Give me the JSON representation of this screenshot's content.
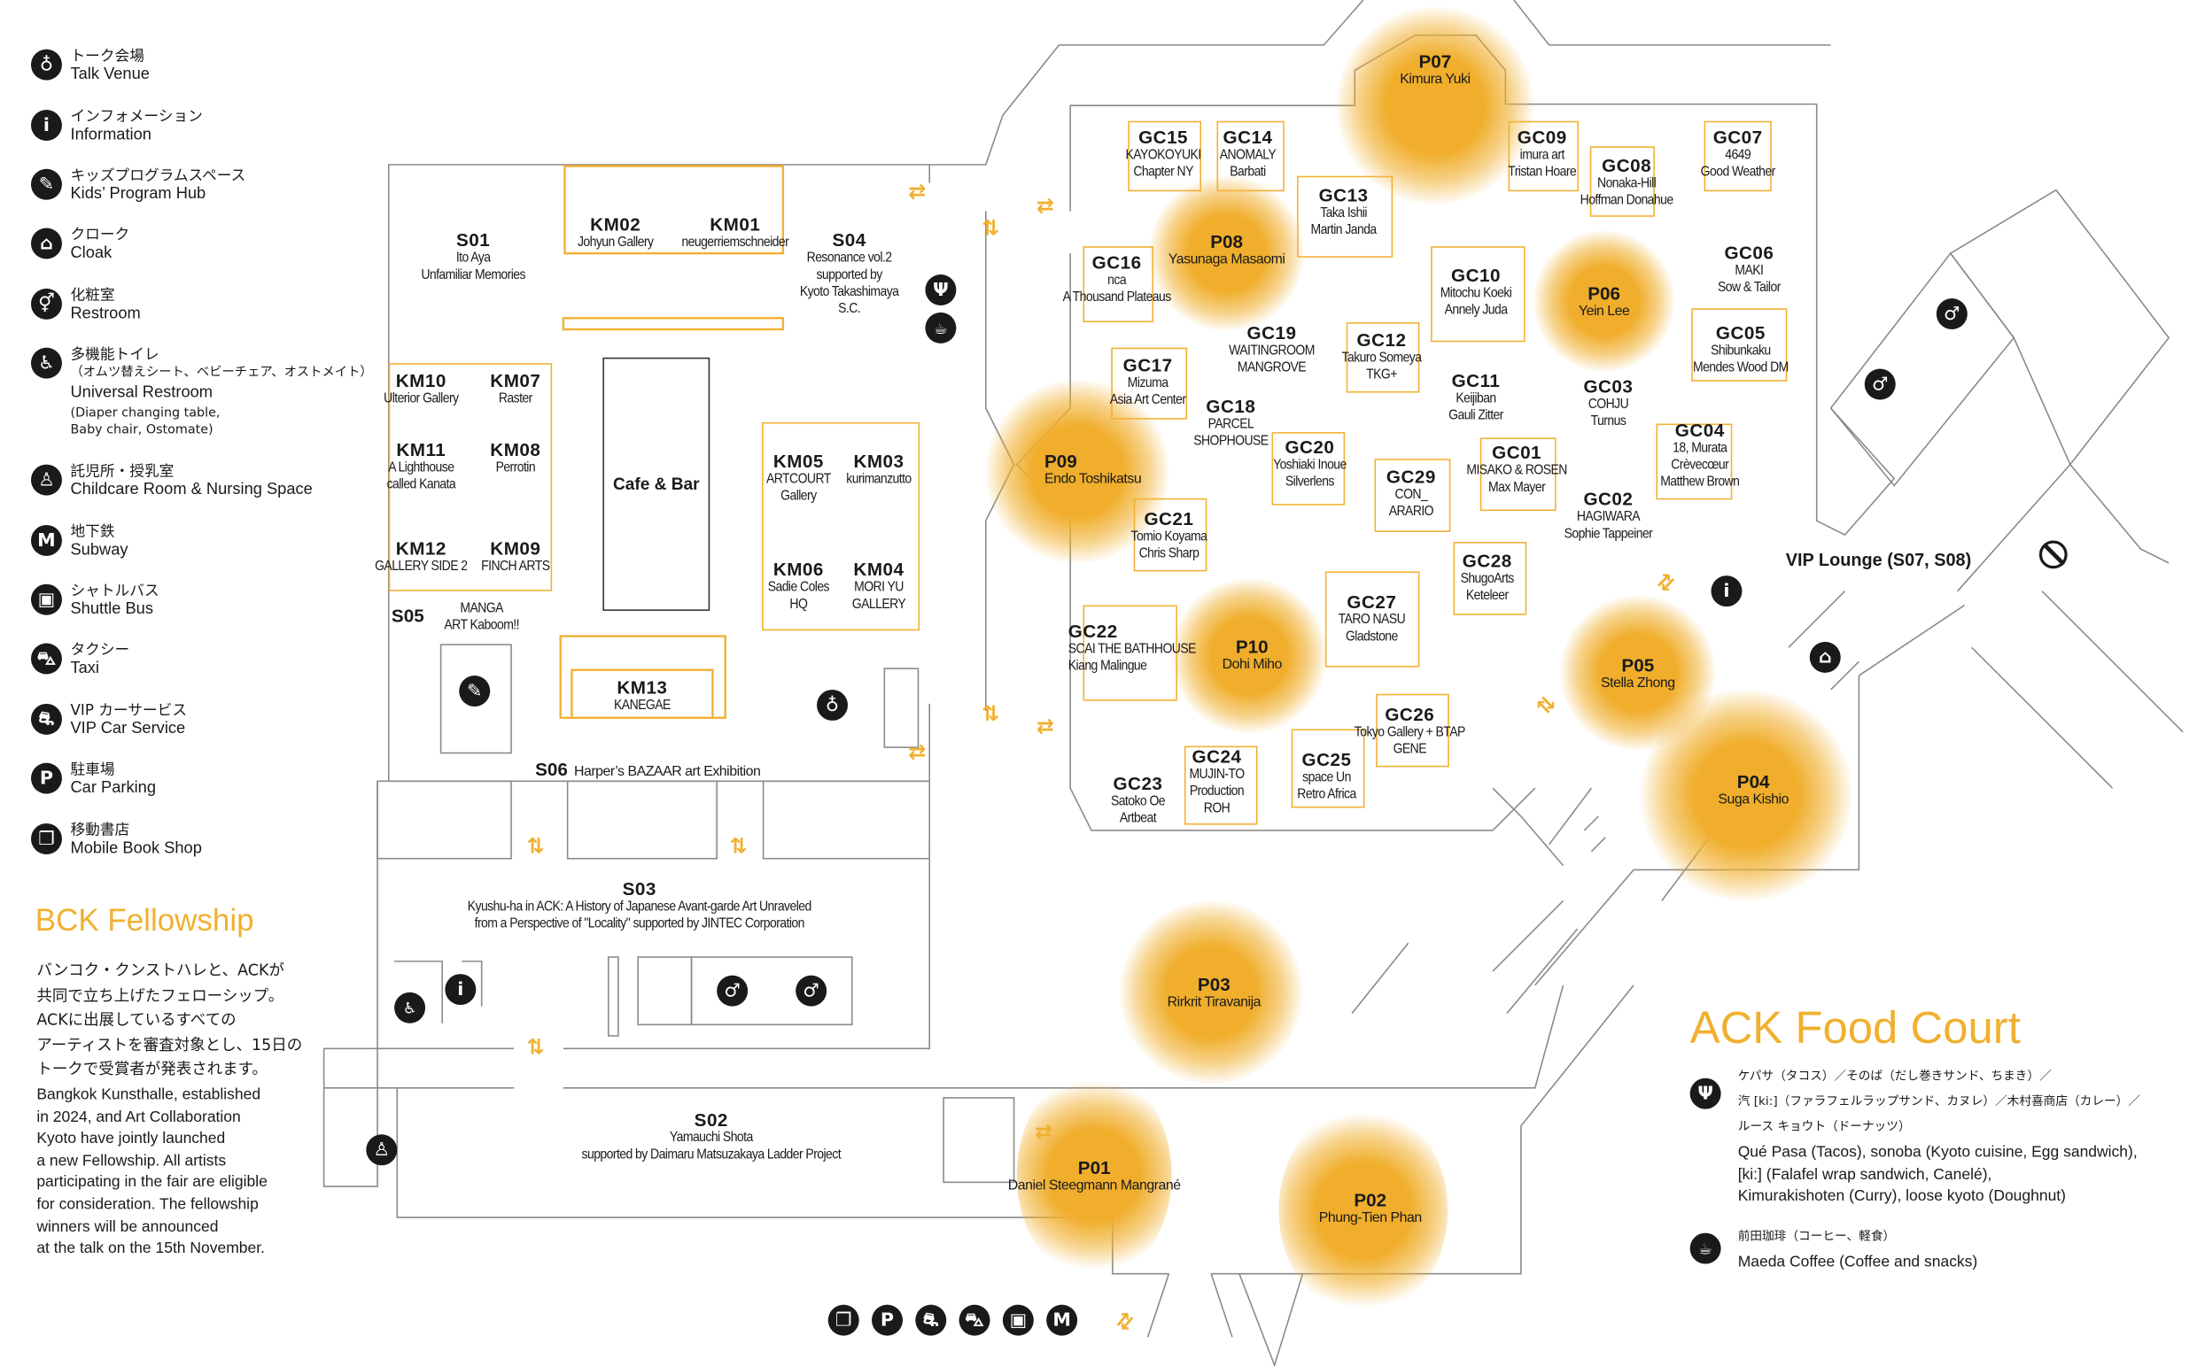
{
  "legend": [
    {
      "icon": "talk-venue-icon",
      "glyph": "♁",
      "ja": "トーク会場",
      "en": "Talk Venue"
    },
    {
      "icon": "information-icon",
      "glyph": "i",
      "ja": "インフォメーション",
      "en": "Information"
    },
    {
      "icon": "kids-program-icon",
      "glyph": "✎",
      "ja": "キッズプログラムスペース",
      "en": "Kids’ Program Hub"
    },
    {
      "icon": "cloak-icon",
      "glyph": "⌂",
      "ja": "クローク",
      "en": "Cloak"
    },
    {
      "icon": "restroom-icon",
      "glyph": "⚥",
      "ja": "化粧室",
      "en": "Restroom"
    },
    {
      "icon": "universal-restroom-icon",
      "glyph": "♿",
      "ja": "多機能トイレ",
      "ja_sub": "（オムツ替えシート、ベビーチェア、オストメイト）",
      "en": "Universal Restroom",
      "en_sub": "(Diaper changing table,\nBaby chair, Ostomate)"
    },
    {
      "icon": "childcare-icon",
      "glyph": "♙",
      "ja": "託児所・授乳室",
      "en": "Childcare Room & Nursing Space"
    },
    {
      "icon": "subway-icon",
      "glyph": "M",
      "ja": "地下鉄",
      "en": "Subway"
    },
    {
      "icon": "shuttle-bus-icon",
      "glyph": "▣",
      "ja": "シャトルバス",
      "en": "Shuttle Bus"
    },
    {
      "icon": "taxi-icon",
      "glyph": "⛍",
      "ja": "タクシー",
      "en": "Taxi"
    },
    {
      "icon": "vip-car-icon",
      "glyph": "⛐",
      "ja": "VIP カーサービス",
      "en": "VIP Car Service"
    },
    {
      "icon": "parking-icon",
      "glyph": "P",
      "ja": "駐車場",
      "en": "Car Parking"
    },
    {
      "icon": "mobile-book-shop-icon",
      "glyph": "❐",
      "ja": "移動書店",
      "en": "Mobile Book Shop"
    }
  ],
  "fellowship": {
    "title": "BCK Fellowship",
    "ja": "バンコク・クンストハレと、ACKが\n共同で立ち上げたフェローシップ。\nACKに出展しているすべての\nアーティストを審査対象とし、15日の\nトークで受賞者が発表されます。",
    "en": "Bangkok Kunsthalle, established\nin 2024, and Art Collaboration\nKyoto have jointly launched\na new Fellowship. All artists\nparticipating in the fair are eligible\nfor consideration. The fellowship\nwinners will be announced\nat the talk on the 15th November."
  },
  "cafe_bar": "Cafe & Bar",
  "vip_lounge": "VIP Lounge (S07, S08)",
  "booths": {
    "S01": {
      "code": "S01",
      "name": "Ito Aya\nUnfamiliar Memories"
    },
    "KM02": {
      "code": "KM02",
      "name": "Johyun Gallery"
    },
    "KM01": {
      "code": "KM01",
      "name": "neugerriemschneider"
    },
    "S04": {
      "code": "S04",
      "name": "Resonance vol.2\nsupported by\nKyoto Takashimaya\nS.C."
    },
    "KM10": {
      "code": "KM10",
      "name": "Ulterior Gallery"
    },
    "KM07": {
      "code": "KM07",
      "name": "Raster"
    },
    "KM11": {
      "code": "KM11",
      "name": "A Lighthouse\ncalled Kanata"
    },
    "KM08": {
      "code": "KM08",
      "name": "Perrotin"
    },
    "KM12": {
      "code": "KM12",
      "name": "GALLERY SIDE 2"
    },
    "KM09": {
      "code": "KM09",
      "name": "FINCH ARTS"
    },
    "S05": {
      "code": "S05",
      "name": "MANGA\nART Kaboom!!"
    },
    "KM05": {
      "code": "KM05",
      "name": "ARTCOURT\nGallery"
    },
    "KM03": {
      "code": "KM03",
      "name": "kurimanzutto"
    },
    "KM06": {
      "code": "KM06",
      "name": "Sadie Coles\nHQ"
    },
    "KM04": {
      "code": "KM04",
      "name": "MORI YU\nGALLERY"
    },
    "KM13": {
      "code": "KM13",
      "name": "KANEGAE"
    },
    "S06": {
      "code": "S06",
      "name": "Harper’s BAZAAR art Exhibition"
    },
    "S03": {
      "code": "S03",
      "name": "Kyushu-ha in ACK: A History of Japanese Avant-garde Art Unraveled\nfrom a Perspective of \"Locality\" supported by JINTEC Corporation"
    },
    "S02": {
      "code": "S02",
      "name": "Yamauchi Shota\nsupported by Daimaru Matsuzakaya Ladder Project"
    },
    "GC15": {
      "code": "GC15",
      "name": "KAYOKOYUKI\nChapter NY"
    },
    "GC14": {
      "code": "GC14",
      "name": "ANOMALY\nBarbati"
    },
    "GC13": {
      "code": "GC13",
      "name": "Taka Ishii\nMartin Janda"
    },
    "GC09": {
      "code": "GC09",
      "name": "imura art\nTristan Hoare"
    },
    "GC08": {
      "code": "GC08",
      "name": "Nonaka-Hill\nHoffman Donahue"
    },
    "GC07": {
      "code": "GC07",
      "name": "4649\nGood Weather"
    },
    "GC16": {
      "code": "GC16",
      "name": "nca\nA Thousand Plateaus"
    },
    "GC10": {
      "code": "GC10",
      "name": "Mitochu Koeki\nAnnely Juda"
    },
    "GC06": {
      "code": "GC06",
      "name": "MAKI\nSow & Tailor"
    },
    "GC19": {
      "code": "GC19",
      "name": "WAITINGROOM\nMANGROVE"
    },
    "GC12": {
      "code": "GC12",
      "name": "Takuro Someya\nTKG+"
    },
    "GC05": {
      "code": "GC05",
      "name": "Shibunkaku\nMendes Wood DM"
    },
    "GC17": {
      "code": "GC17",
      "name": "Mizuma\nAsia Art Center"
    },
    "GC11": {
      "code": "GC11",
      "name": "Keijiban\nGauli Zitter"
    },
    "GC03": {
      "code": "GC03",
      "name": "COHJU\nTurnus"
    },
    "GC18": {
      "code": "GC18",
      "name": "PARCEL\nSHOPHOUSE"
    },
    "GC04": {
      "code": "GC04",
      "name": "18, Murata\nCrèvecœur\nMatthew Brown"
    },
    "GC20": {
      "code": "GC20",
      "name": "Yoshiaki Inoue\nSilverlens"
    },
    "GC01": {
      "code": "GC01",
      "name": "MISAKO & ROSEN\nMax Mayer"
    },
    "GC29": {
      "code": "GC29",
      "name": "CON_\nARARIO"
    },
    "GC02": {
      "code": "GC02",
      "name": "HAGIWARA\nSophie Tappeiner"
    },
    "GC21": {
      "code": "GC21",
      "name": "Tomio Koyama\nChris Sharp"
    },
    "GC28": {
      "code": "GC28",
      "name": "ShugoArts\nKeteleer"
    },
    "GC27": {
      "code": "GC27",
      "name": "TARO NASU\nGladstone"
    },
    "GC22": {
      "code": "GC22",
      "name": "SCAI THE BATHHOUSE\nKiang Malingue"
    },
    "GC26": {
      "code": "GC26",
      "name": "Tokyo Gallery + BTAP\nGENE"
    },
    "GC24": {
      "code": "GC24",
      "name": "MUJIN-TO\nProduction\nROH"
    },
    "GC25": {
      "code": "GC25",
      "name": "space Un\nRetro Africa"
    },
    "GC23": {
      "code": "GC23",
      "name": "Satoko Oe\nArtbeat"
    }
  },
  "performances": {
    "P01": {
      "code": "P01",
      "name": "Daniel Steegmann Mangrané"
    },
    "P02": {
      "code": "P02",
      "name": "Phung-Tien Phan"
    },
    "P03": {
      "code": "P03",
      "name": "Rirkrit Tiravanija"
    },
    "P04": {
      "code": "P04",
      "name": "Suga Kishio"
    },
    "P05": {
      "code": "P05",
      "name": "Stella Zhong"
    },
    "P06": {
      "code": "P06",
      "name": "Yein Lee"
    },
    "P07": {
      "code": "P07",
      "name": "Kimura Yuki"
    },
    "P08": {
      "code": "P08",
      "name": "Yasunaga Masaomi"
    },
    "P09": {
      "code": "P09",
      "name": "Endo Toshikatsu"
    },
    "P10": {
      "code": "P10",
      "name": "Dohi Miho"
    }
  },
  "food_court": {
    "title": "ACK Food Court",
    "food_ja": "ケパサ（タコス）／そのば（だし巻きサンド、ちまき）／\n汽 [ki:]（ファラフェルラップサンド、カヌレ）／木村喜商店（カレー）／\nルース キョウト（ドーナッツ）",
    "food_en": "Qué Pasa (Tacos), sonoba (Kyoto cuisine, Egg sandwich),\n[ki:] (Falafel wrap sandwich, Canelé),\nKimurakishoten (Curry), loose kyoto (Doughnut)",
    "coffee_ja": "前田珈琲（コーヒー、軽食）",
    "coffee_en": "Maeda Coffee (Coffee and snacks)"
  },
  "glyphs": {
    "fork": "Ψ",
    "coffee": "☕",
    "info": "i",
    "mic": "♁",
    "restroom": "♂",
    "cloak": "⌂",
    "kids": "✎",
    "universal": "♿",
    "childcare": "♙",
    "book": "❐",
    "parking": "P",
    "car": "⛐",
    "taxi": "⛍",
    "bus": "▣",
    "subway": "M",
    "arrow_lr": "⇄",
    "arrow_ud": "⇅"
  },
  "colors": {
    "accent": "#F0B030",
    "ink": "#1a1a1a",
    "wall": "#8a8a8a"
  }
}
